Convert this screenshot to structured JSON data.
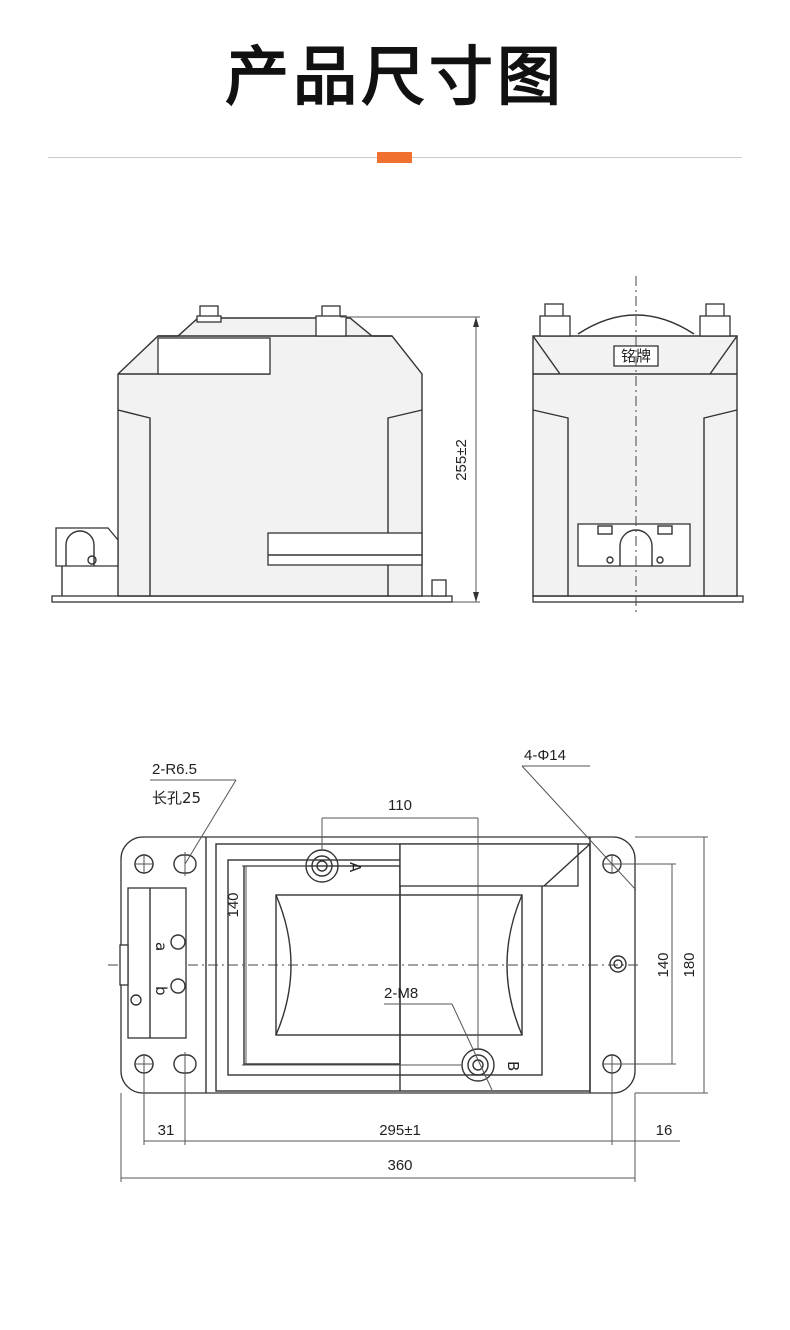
{
  "header": {
    "title": "产品尺寸图",
    "accent_color": "#f07030"
  },
  "side_view": {
    "height_dim": "255±2"
  },
  "front_view": {
    "nameplate": "铭牌"
  },
  "plan_view": {
    "slot_label_1": "2-R6.5",
    "slot_label_2": "长孔25",
    "hole_label": "4-Φ14",
    "terminal_label": "2-M8",
    "dim_110": "110",
    "dim_140_left": "140",
    "dim_140_right": "140",
    "dim_180": "180",
    "dim_31": "31",
    "dim_295": "295±1",
    "dim_16": "16",
    "dim_360": "360",
    "terminal_a": "A",
    "terminal_b": "B",
    "inner_a": "a",
    "inner_b": "b"
  }
}
